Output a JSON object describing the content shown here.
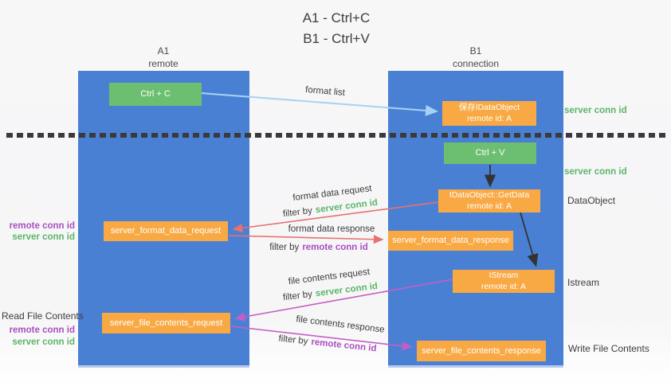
{
  "title": {
    "line1": "A1 - Ctrl+C",
    "line2": "B1 - Ctrl+V"
  },
  "lanes": {
    "left": {
      "header_line1": "A1",
      "header_line2": "remote"
    },
    "right": {
      "header_line1": "B1",
      "header_line2": "connection"
    }
  },
  "nodes": {
    "ctrl_c": {
      "label": "Ctrl + C"
    },
    "ctrl_v": {
      "label": "Ctrl + V"
    },
    "save_dataobject": {
      "line1": "保存IDataObject",
      "line2": "remote id: A"
    },
    "getdata": {
      "line1": "IDataObject::GetData",
      "line2": "remote id: A"
    },
    "istream": {
      "line1": "IStream",
      "line2": "remote id: A"
    },
    "format_request": {
      "label": "server_format_data_request"
    },
    "format_response": {
      "label": "server_format_data_response"
    },
    "file_request": {
      "label": "server_file_contents_request"
    },
    "file_response": {
      "label": "server_file_contents_response"
    }
  },
  "strings": {
    "format_list": "format list",
    "format_data_request": "format data request",
    "format_data_response": "format data response",
    "file_contents_request": "file contents request",
    "file_contents_response": "file contents response",
    "filter_by": "filter by",
    "server_conn_id": "server conn id",
    "remote_conn_id": "remote conn id",
    "dataobject": "DataObject",
    "istream": "Istream",
    "read_file_contents": "Read File Contents",
    "write_file_contents": "Write File Contents"
  },
  "colors": {
    "lane_blue": "#4a80d4",
    "box_green": "#6cbf70",
    "box_orange": "#f8a943",
    "text_green": "#5cb567",
    "text_purple": "#a94fc0",
    "arrow_red": "#e87070",
    "arrow_magenta": "#c45ec4",
    "arrow_light_blue": "#a5d3f3",
    "arrow_black": "#333333",
    "separator": "#3a3a3a"
  }
}
